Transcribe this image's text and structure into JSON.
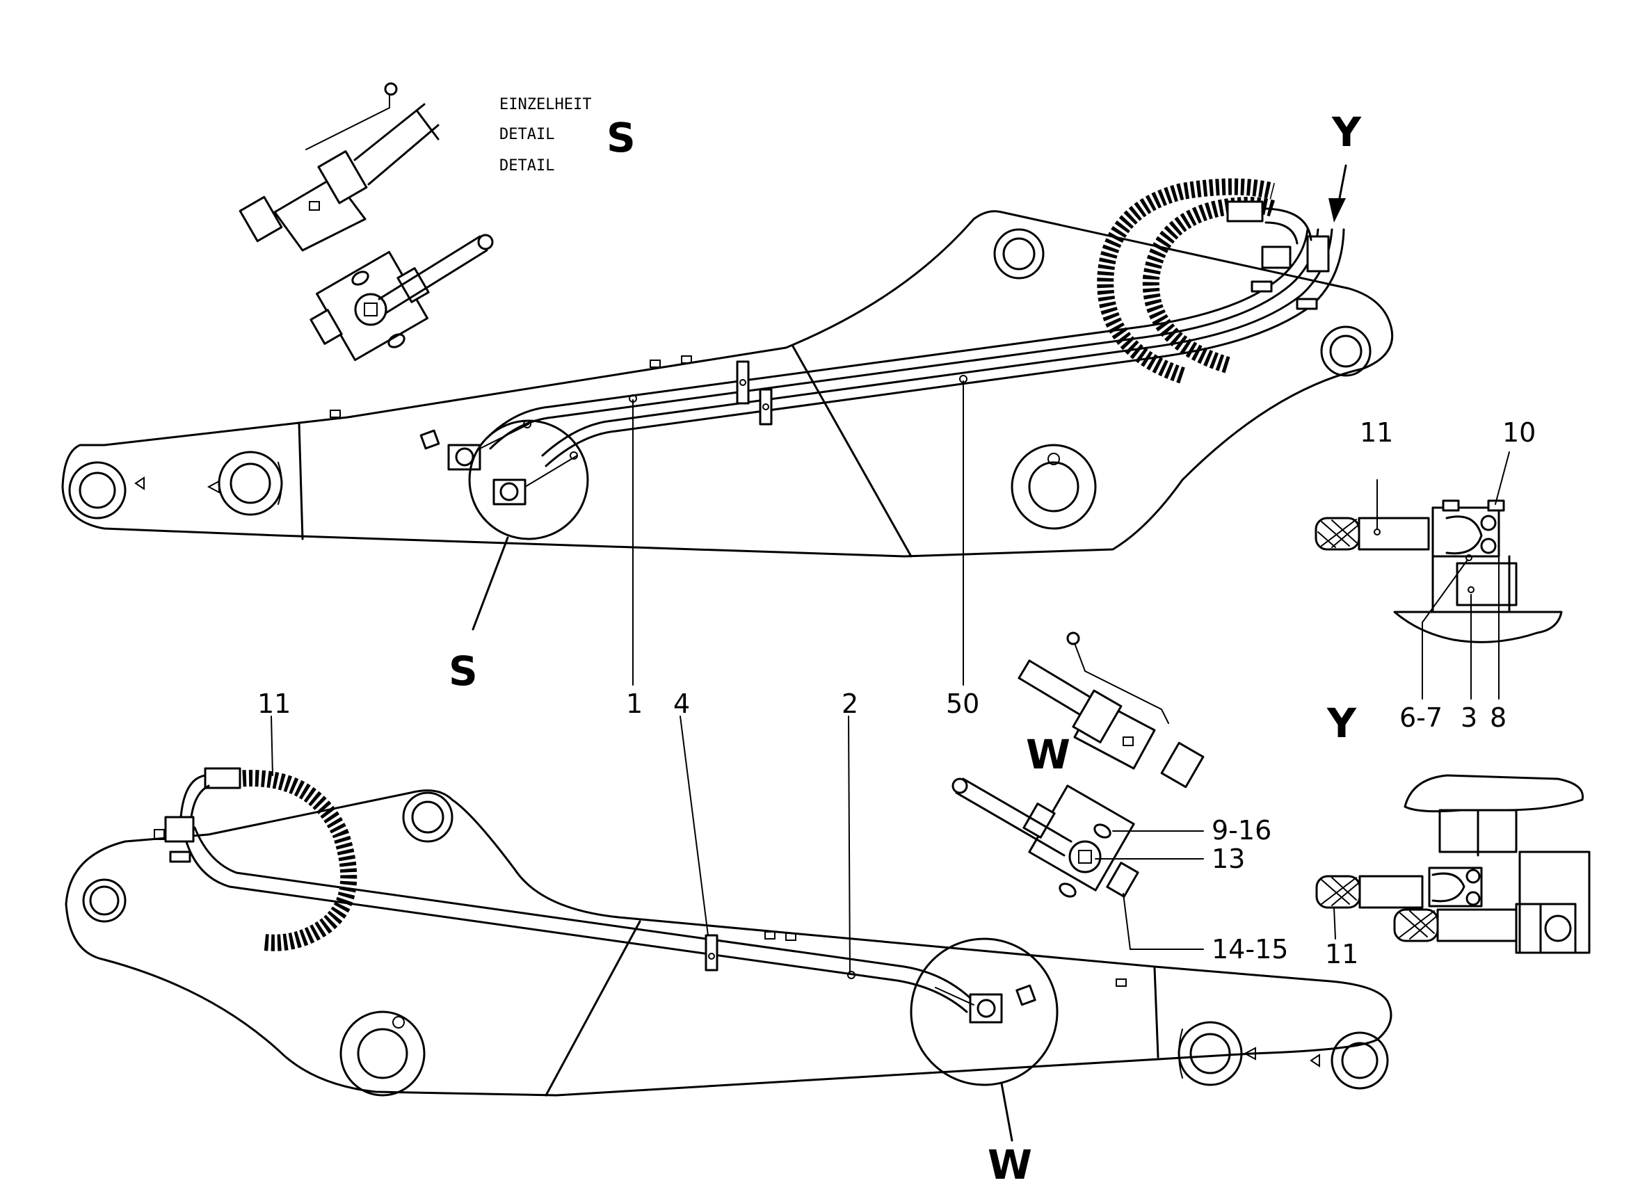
{
  "detail_header": {
    "line1": "EINZELHEIT",
    "line2": "DETAIL",
    "line3": "DETAIL",
    "letter": "S"
  },
  "labels": {
    "S_top": "S",
    "S_callout": "S",
    "Y_arrow": "Y",
    "Y_view": "Y",
    "W_detail": "W",
    "W_callout": "W"
  },
  "part_numbers": {
    "p1": "1",
    "p2": "2",
    "p3": "3",
    "p4": "4",
    "p50": "50",
    "p11_top": "11",
    "p10": "10",
    "p67": "6-7",
    "p8": "8",
    "p11_left": "11",
    "p11_right": "11",
    "p916": "9-16",
    "p13": "13",
    "p1415": "14-15"
  }
}
